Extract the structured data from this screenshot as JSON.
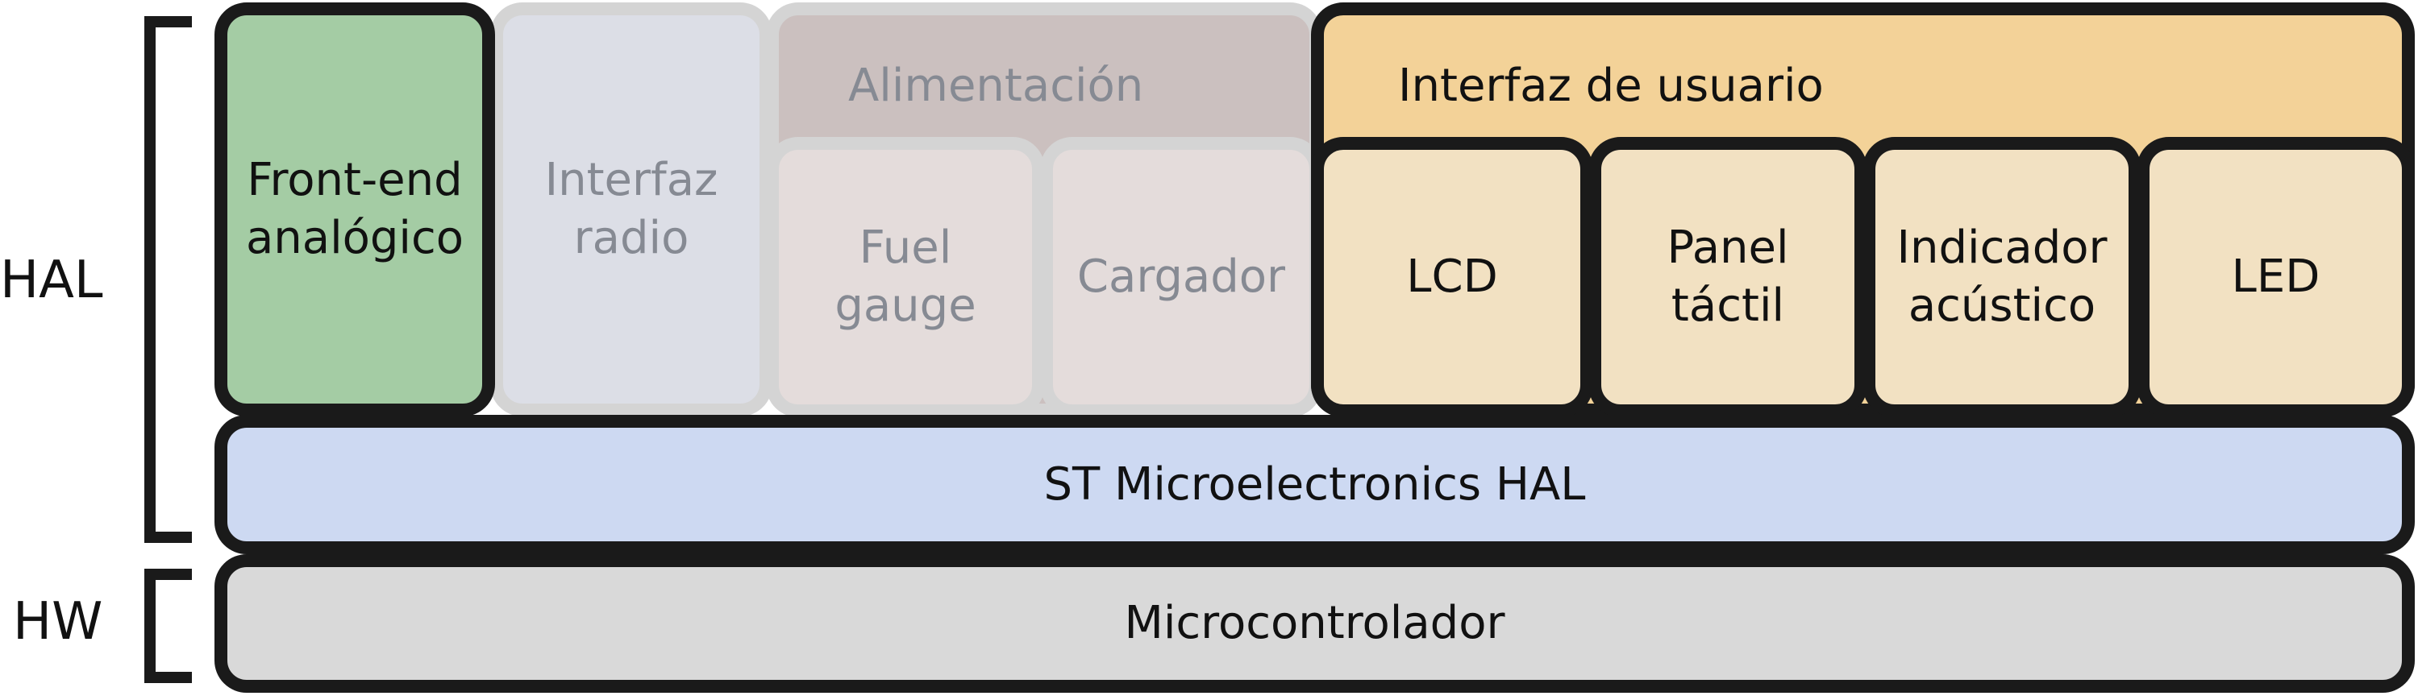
{
  "side_labels": {
    "hal": "HAL",
    "hw": "HW"
  },
  "blocks": {
    "front_end": "Front-end\nanalógico",
    "radio_interface": "Interfaz\nradio",
    "power": "Alimentación",
    "fuel_gauge": "Fuel\ngauge",
    "charger": "Cargador",
    "user_interface": "Interfaz de usuario",
    "lcd": "LCD",
    "touch_panel": "Panel\ntáctil",
    "buzzer": "Indicador\nacústico",
    "led": "LED",
    "st_hal": "ST Microelectronics HAL",
    "mcu": "Microcontrolador"
  },
  "colors": {
    "outline": "#1a1a1a",
    "faded_outline": "#d4d4d4",
    "faded_text": "#868a93",
    "front_end_fill": "#a4cca4",
    "radio_fill": "#dcdee6",
    "power_fill": "#cbc0bf",
    "power_sub_fill": "#e4dcdb",
    "ui_fill": "#f3d298",
    "ui_sub_fill": "#f2e1c2",
    "st_hal_fill": "#cdd9f2",
    "mcu_fill": "#d9d9d9"
  }
}
